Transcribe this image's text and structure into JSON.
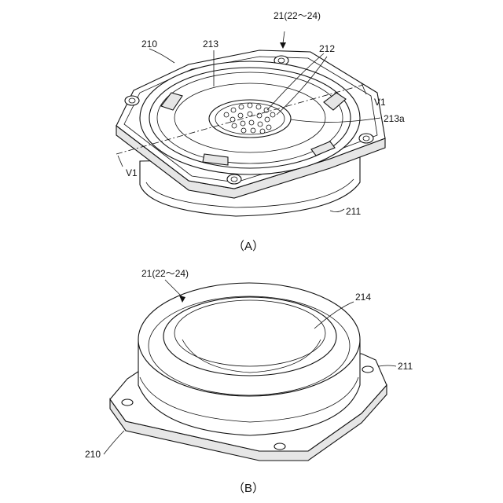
{
  "figure_a": {
    "caption": "（A）",
    "labels": {
      "device": "21(22～24)",
      "flange": "210",
      "diaphragm": "213",
      "holes": "212",
      "section_right": "V1",
      "center_part": "213a",
      "section_left": "V1",
      "housing": "211"
    }
  },
  "figure_b": {
    "caption": "（B）",
    "labels": {
      "device": "21(22～24)",
      "dome": "214",
      "housing": "211",
      "flange": "210"
    }
  }
}
